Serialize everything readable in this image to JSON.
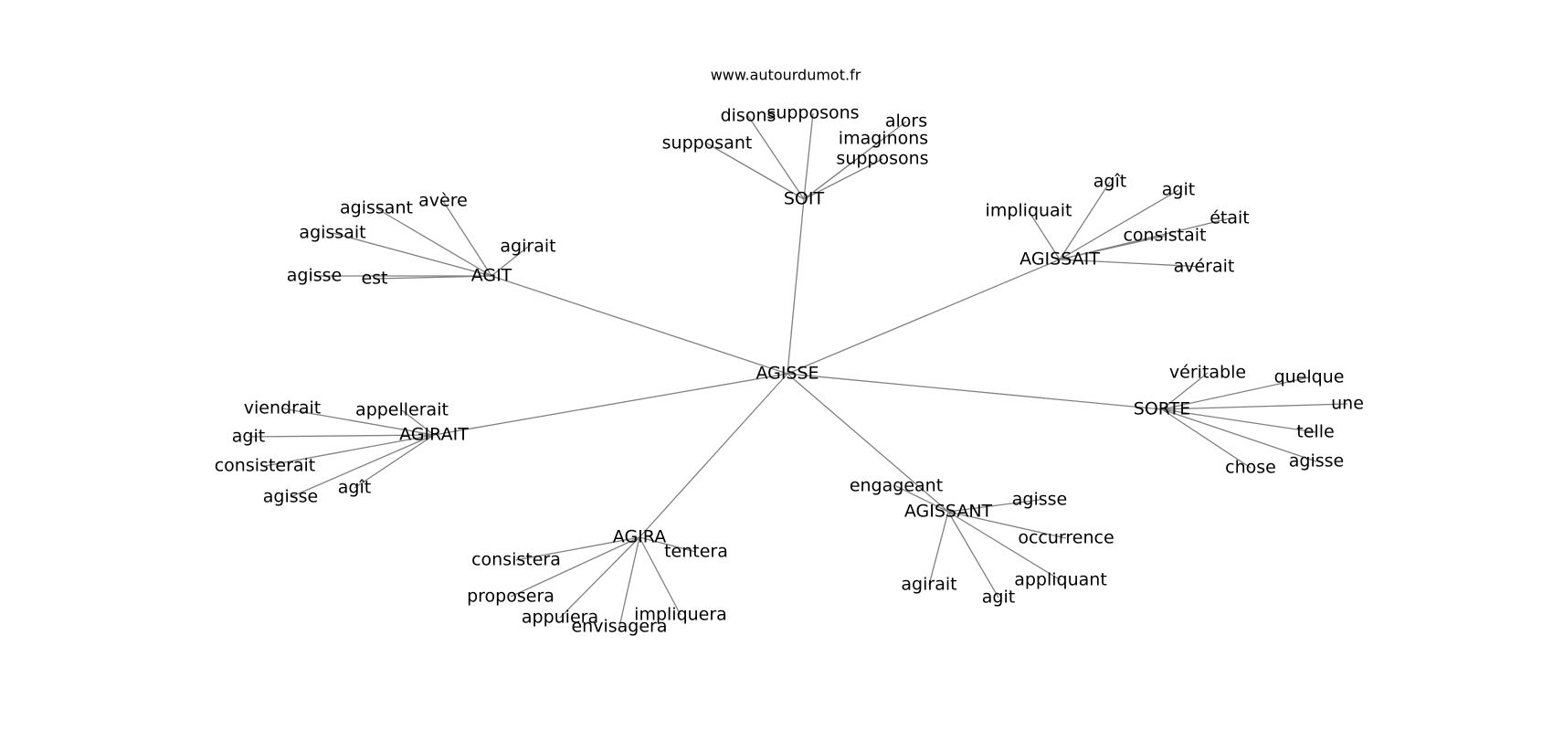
{
  "credit": "www.autourdumot.fr",
  "edge_color": "#808080",
  "center": "AGISSE",
  "groups": [
    {
      "hub": "SOIT",
      "words": [
        "disons",
        "supposons",
        "supposant",
        "alors",
        "imaginons",
        "supposons"
      ]
    },
    {
      "hub": "AGIT",
      "words": [
        "agissant",
        "avère",
        "agissait",
        "agirait",
        "agisse",
        "est"
      ]
    },
    {
      "hub": "AGISSAIT",
      "words": [
        "agît",
        "agit",
        "impliquait",
        "était",
        "consistait",
        "avérait"
      ]
    },
    {
      "hub": "SORTE",
      "words": [
        "véritable",
        "quelque",
        "une",
        "telle",
        "chose",
        "agisse"
      ]
    },
    {
      "hub": "AGIRAIT",
      "words": [
        "viendrait",
        "appellerait",
        "agit",
        "consisterait",
        "agisse",
        "agît"
      ]
    },
    {
      "hub": "AGIRA",
      "words": [
        "consistera",
        "tentera",
        "proposera",
        "appuiera",
        "envisagera",
        "impliquera"
      ]
    },
    {
      "hub": "AGISSANT",
      "words": [
        "engageant",
        "agisse",
        "occurrence",
        "agirait",
        "appliquant",
        "agit"
      ]
    }
  ]
}
